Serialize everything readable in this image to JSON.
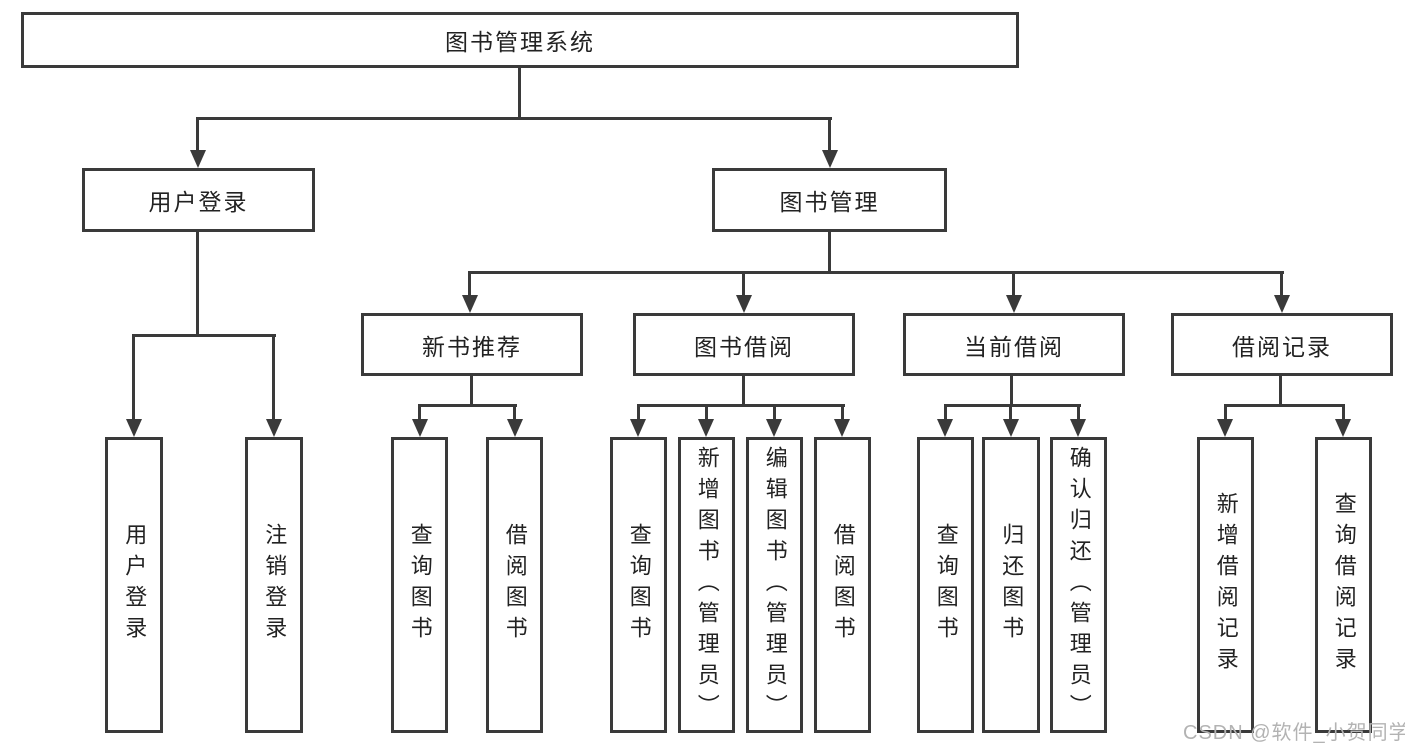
{
  "diagram": {
    "colors": {
      "line": "#3a3a3a",
      "text": "#222222",
      "background": "#ffffff"
    },
    "root": {
      "label": "图书管理系统"
    },
    "level2": [
      {
        "id": "user-login",
        "label": "用户登录",
        "children": [
          {
            "label": "用户登录"
          },
          {
            "label": "注销登录"
          }
        ]
      },
      {
        "id": "book-management",
        "label": "图书管理"
      }
    ],
    "level3": [
      {
        "id": "new-book-recommend",
        "label": "新书推荐",
        "children": [
          {
            "label": "查询图书"
          },
          {
            "label": "借阅图书"
          }
        ]
      },
      {
        "id": "book-borrow",
        "label": "图书借阅",
        "children": [
          {
            "label": "查询图书"
          },
          {
            "label": "新增图书（管理员）"
          },
          {
            "label": "编辑图书（管理员）"
          },
          {
            "label": "借阅图书"
          }
        ]
      },
      {
        "id": "current-borrow",
        "label": "当前借阅",
        "children": [
          {
            "label": "查询图书"
          },
          {
            "label": "归还图书"
          },
          {
            "label": "确认归还（管理员）"
          }
        ]
      },
      {
        "id": "borrow-record",
        "label": "借阅记录",
        "children": [
          {
            "label": "新增借阅记录"
          },
          {
            "label": "查询借阅记录"
          }
        ]
      }
    ]
  },
  "watermark": {
    "text": "CSDN @软件_小贺同学"
  }
}
